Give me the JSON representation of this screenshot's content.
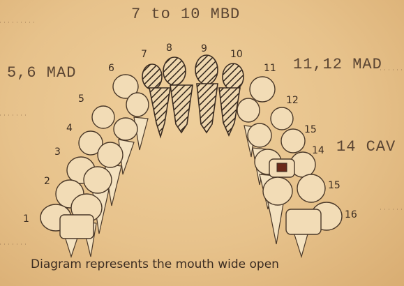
{
  "notes": {
    "top": "7 to 10 MBD",
    "upper_left": "5,6 MAD",
    "upper_right": "11,12 MAD",
    "right": "14 CAV"
  },
  "caption": "Diagram represents the mouth wide open",
  "tooth_numbers": {
    "n1": "1",
    "n2": "2",
    "n3": "3",
    "n4": "4",
    "n5": "5",
    "n6": "6",
    "n7": "7",
    "n8": "8",
    "n9": "9",
    "n10": "10",
    "n11": "11",
    "n12": "12",
    "n15a": "15",
    "n14": "14",
    "n15b": "15",
    "n16": "16"
  },
  "colors": {
    "paper": "#e8c48e",
    "ink": "#3b2c21",
    "typewriter": "#5a4432"
  }
}
